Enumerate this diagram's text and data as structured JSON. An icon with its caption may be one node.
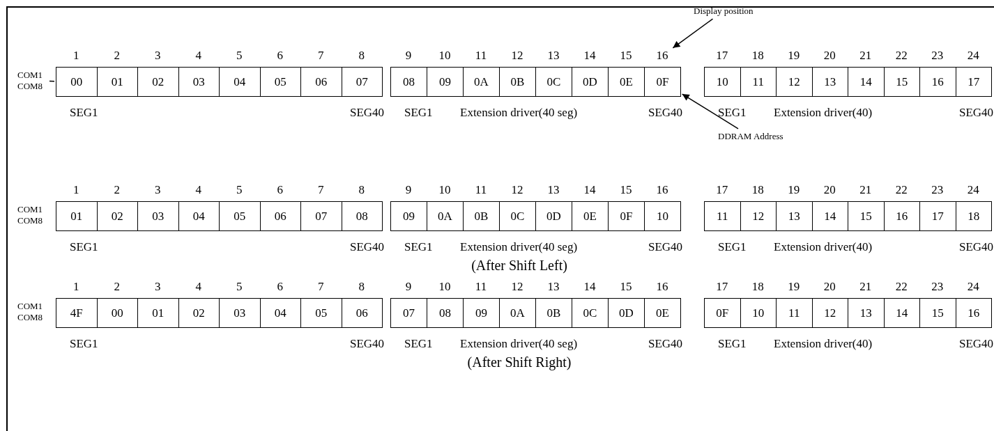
{
  "diagram": {
    "nodes": [
      {
        "text": [
          "COM1 COM8"
        ]
      },
      {
        "text": [
          "00"
        ]
      },
      {
        "text": [
          "01"
        ]
      },
      {
        "text": [
          "02"
        ]
      },
      {
        "text": [
          "03"
        ]
      },
      {
        "text": [
          "04"
        ]
      },
      {
        "text": [
          "05"
        ]
      },
      {
        "text": [
          "06"
        ]
      },
      {
        "text": [
          "07"
        ]
      },
      {
        "text": [
          "08"
        ]
      },
      {
        "text": [
          "09"
        ]
      },
      {
        "text": [
          "0A"
        ]
      },
      {
        "text": [
          "0B"
        ]
      },
      {
        "text": [
          "0C"
        ]
      },
      {
        "text": [
          "0D"
        ]
      },
      {
        "text": [
          "0E"
        ]
      },
      {
        "text": [
          "0F"
        ]
      },
      {
        "text": [
          "10"
        ]
      },
      {
        "text": [
          "11"
        ]
      },
      {
        "text": [
          "12"
        ]
      },
      {
        "text": [
          "13"
        ]
      },
      {
        "text": [
          "14"
        ]
      },
      {
        "text": [
          "15"
        ]
      },
      {
        "text": [
          "16"
        ]
      },
      {
        "text": [
          "17"
        ]
      },
      {
        "text": [
          "16"
        ]
      },
      {
        "text": [
          "Display position"
        ]
      },
      {
        "text": [
          "DDRAM Address"
        ]
      },
      {
        "text": [
          "01"
        ]
      },
      {
        "text": [
          "02"
        ]
      },
      {
        "text": [
          "03"
        ]
      },
      {
        "text": [
          "04"
        ]
      },
      {
        "text": [
          "05"
        ]
      },
      {
        "text": [
          "06"
        ]
      },
      {
        "text": [
          "07"
        ]
      },
      {
        "text": [
          "08"
        ]
      },
      {
        "text": [
          "09"
        ]
      },
      {
        "text": [
          "0A"
        ]
      },
      {
        "text": [
          "0B"
        ]
      },
      {
        "text": [
          "0C"
        ]
      },
      {
        "text": [
          "0D"
        ]
      },
      {
        "text": [
          "0E"
        ]
      },
      {
        "text": [
          "0F"
        ]
      },
      {
        "text": [
          "10"
        ]
      },
      {
        "text": [
          "11"
        ]
      },
      {
        "text": [
          "12"
        ]
      },
      {
        "text": [
          "13"
        ]
      },
      {
        "text": [
          "14"
        ]
      },
      {
        "text": [
          "15"
        ]
      },
      {
        "text": [
          "16"
        ]
      },
      {
        "text": [
          "17"
        ]
      },
      {
        "text": [
          "18"
        ]
      },
      {
        "text": [
          "4F"
        ]
      },
      {
        "text": [
          "00"
        ]
      },
      {
        "text": [
          "01"
        ]
      },
      {
        "text": [
          "02"
        ]
      },
      {
        "text": [
          "03"
        ]
      },
      {
        "text": [
          "04"
        ]
      },
      {
        "text": [
          "05"
        ]
      },
      {
        "text": [
          "06"
        ]
      },
      {
        "text": [
          "07"
        ]
      },
      {
        "text": [
          "08"
        ]
      },
      {
        "text": [
          "09"
        ]
      },
      {
        "text": [
          "0A"
        ]
      },
      {
        "text": [
          "0B"
        ]
      },
      {
        "text": [
          "0C"
        ]
      },
      {
        "text": [
          "0D"
        ]
      },
      {
        "text": [
          "0E"
        ]
      },
      {
        "text": [
          "0F"
        ]
      },
      {
        "text": [
          "10"
        ]
      },
      {
        "text": [
          "11"
        ]
      },
      {
        "text": [
          "12"
        ]
      },
      {
        "text": [
          "13"
        ]
      },
      {
        "text": [
          "14"
        ]
      },
      {
        "text": [
          "15"
        ]
      },
      {
        "text": [
          "16"
        ]
      }
    ],
    "edges": [
      {
        "from": 0,
        "to": 1,
        "arrow": "none"
      },
      {
        "from": 26,
        "to": 25,
        "arrow": "to"
      },
      {
        "from": 27,
        "to": 16,
        "arrow": "to"
      }
    ],
    "labels": [
      "1",
      "2",
      "3",
      "4",
      "5",
      "6",
      "7",
      "8",
      "9",
      "10",
      "11",
      "12",
      "13",
      "14",
      "15",
      "17",
      "18",
      "19",
      "20",
      "21",
      "22",
      "23",
      "24",
      "SEG1",
      "SEG40",
      "SEG1",
      "Extension driver(40 seg)",
      "SEG40",
      "SEG1",
      "Extension driver(40)",
      "SEG40",
      "COM1 COM8",
      "1",
      "2",
      "3",
      "4",
      "5",
      "6",
      "7",
      "8",
      "9",
      "10",
      "11",
      "12",
      "13",
      "14",
      "15",
      "16",
      "17",
      "18",
      "19",
      "20",
      "21",
      "22",
      "23",
      "24",
      "SEG1",
      "SEG40",
      "SEG1",
      "Extension driver(40 seg)",
      "SEG40",
      "SEG1",
      "Extension driver(40)",
      "SEG40",
      "(After Shift Left)",
      "COM1 COM8",
      "1",
      "2",
      "3",
      "4",
      "5",
      "6",
      "7",
      "8",
      "9",
      "10",
      "11",
      "12",
      "13",
      "14",
      "15",
      "16",
      "17",
      "18",
      "19",
      "20",
      "21",
      "22",
      "23",
      "24",
      "SEG1",
      "SEG40",
      "SEG1",
      "Extension driver(40 seg)",
      "SEG40",
      "SEG1",
      "Extension driver(40)",
      "SEG40",
      "(After Shift Right)"
    ]
  }
}
